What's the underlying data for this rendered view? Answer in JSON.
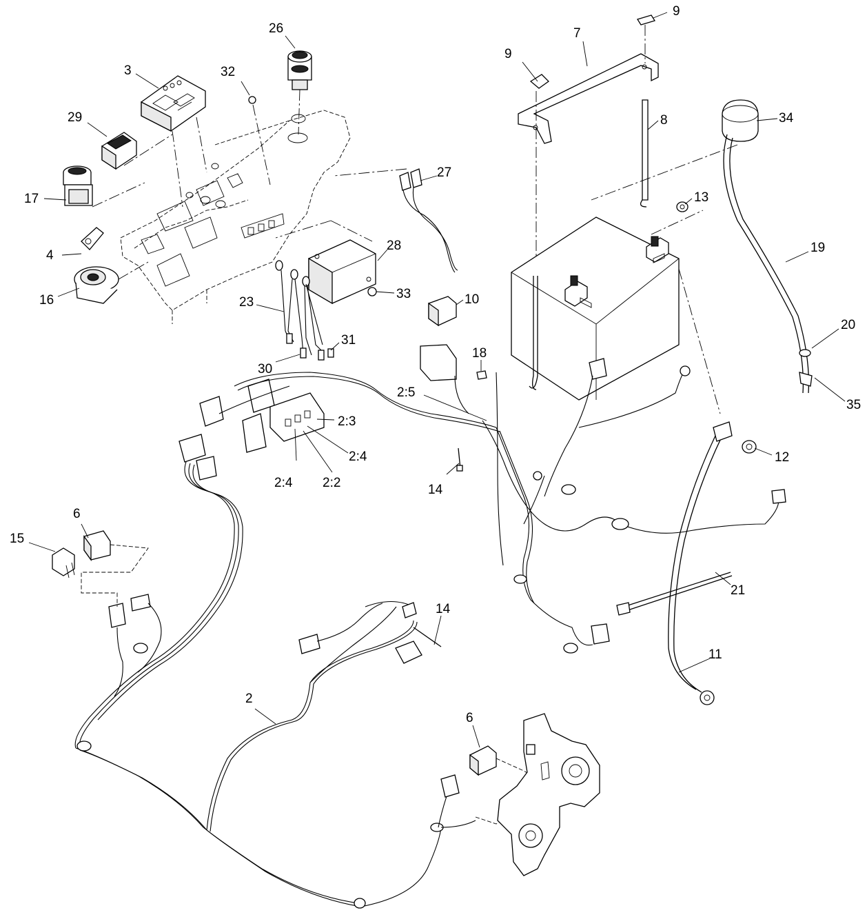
{
  "diagram": {
    "callouts": [
      {
        "id": "c-26",
        "label": "26"
      },
      {
        "id": "c-3",
        "label": "3"
      },
      {
        "id": "c-32",
        "label": "32"
      },
      {
        "id": "c-29",
        "label": "29"
      },
      {
        "id": "c-17",
        "label": "17"
      },
      {
        "id": "c-4",
        "label": "4"
      },
      {
        "id": "c-16",
        "label": "16"
      },
      {
        "id": "c-9a",
        "label": "9"
      },
      {
        "id": "c-9b",
        "label": "9"
      },
      {
        "id": "c-7",
        "label": "7"
      },
      {
        "id": "c-8",
        "label": "8"
      },
      {
        "id": "c-34",
        "label": "34"
      },
      {
        "id": "c-27",
        "label": "27"
      },
      {
        "id": "c-13",
        "label": "13"
      },
      {
        "id": "c-28",
        "label": "28"
      },
      {
        "id": "c-33",
        "label": "33"
      },
      {
        "id": "c-23",
        "label": "23"
      },
      {
        "id": "c-10",
        "label": "10"
      },
      {
        "id": "c-19",
        "label": "19"
      },
      {
        "id": "c-20",
        "label": "20"
      },
      {
        "id": "c-35",
        "label": "35"
      },
      {
        "id": "c-31",
        "label": "31"
      },
      {
        "id": "c-30",
        "label": "30"
      },
      {
        "id": "c-18",
        "label": "18"
      },
      {
        "id": "c-2-5",
        "label": "2:5"
      },
      {
        "id": "c-2-3",
        "label": "2:3"
      },
      {
        "id": "c-2-4a",
        "label": "2:4"
      },
      {
        "id": "c-2-4b",
        "label": "2:4"
      },
      {
        "id": "c-2-2",
        "label": "2:2"
      },
      {
        "id": "c-14a",
        "label": "14"
      },
      {
        "id": "c-12",
        "label": "12"
      },
      {
        "id": "c-6a",
        "label": "6"
      },
      {
        "id": "c-15",
        "label": "15"
      },
      {
        "id": "c-21",
        "label": "21"
      },
      {
        "id": "c-14b",
        "label": "14"
      },
      {
        "id": "c-11",
        "label": "11"
      },
      {
        "id": "c-2",
        "label": "2"
      },
      {
        "id": "c-6b",
        "label": "6"
      }
    ]
  }
}
